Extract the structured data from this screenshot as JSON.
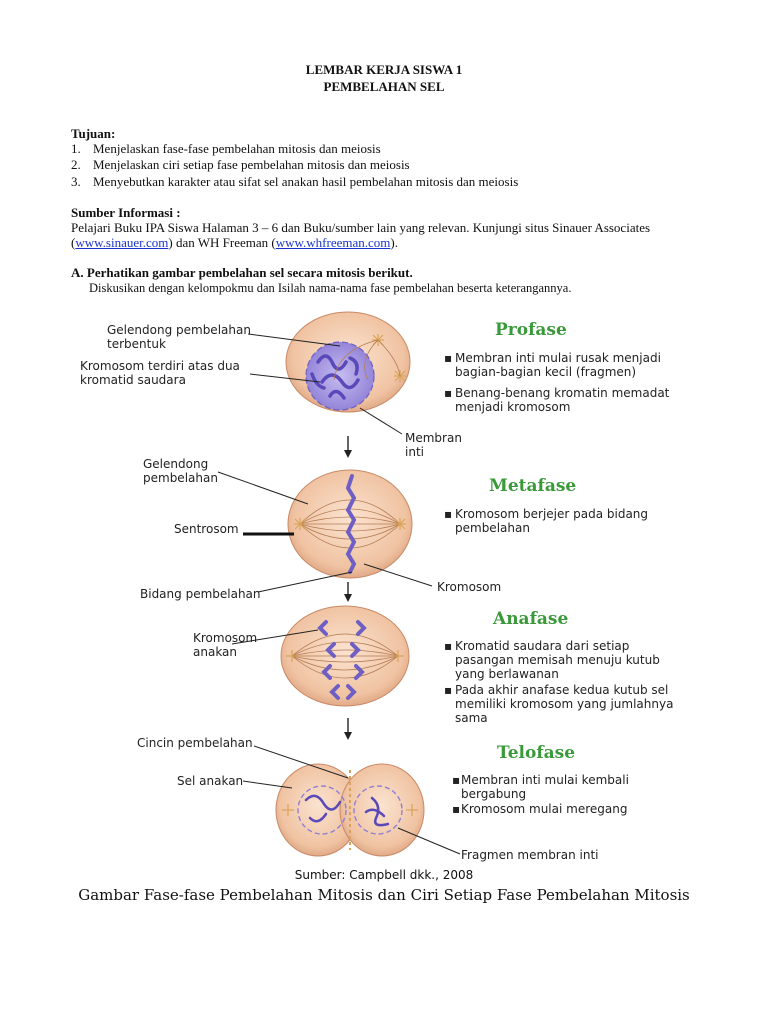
{
  "header": {
    "title1": "LEMBAR KERJA SISWA 1",
    "title2": "PEMBELAHAN SEL"
  },
  "tujuan": {
    "heading": "Tujuan:",
    "items": [
      {
        "num": "1.",
        "text": "Menjelaskan fase-fase pembelahan mitosis dan meiosis"
      },
      {
        "num": "2.",
        "text": "Menjelaskan ciri setiap fase pembelahan mitosis dan meiosis"
      },
      {
        "num": "3.",
        "text": "Menyebutkan karakter atau sifat sel anakan hasil pembelahan mitosis dan meiosis"
      }
    ]
  },
  "sumber": {
    "heading": "Sumber Informasi :",
    "line1": "Pelajari Buku IPA Siswa Halaman 3 – 6 dan Buku/sumber lain yang relevan. Kunjungi situs Sinauer Associates",
    "open1": "(",
    "link1": "www.sinauer.com",
    "mid": ") dan WH Freeman (",
    "link2": "www.whfreeman.com",
    "close": ")."
  },
  "section_a": {
    "heading": "A. Perhatikan gambar pembelahan sel secara mitosis berikut.",
    "instruction": "Diskusikan dengan kelompokmu dan Isilah nama-nama fase pembelahan beserta keterangannya."
  },
  "figure": {
    "labels": {
      "gelendong_terbentuk_1": "Gelendong pembelahan",
      "gelendong_terbentuk_2": "terbentuk",
      "kromosom_kromatid_1": "Kromosom terdiri atas dua",
      "kromosom_kromatid_2": "kromatid saudara",
      "membran_1": "Membran",
      "membran_2": "inti",
      "gelendong_1": "Gelendong",
      "gelendong_2": "pembelahan",
      "sentrosom": "Sentrosom",
      "bidang": "Bidang pembelahan",
      "kromosom": "Kromosom",
      "kromosom_anakan_1": "Kromosom",
      "kromosom_anakan_2": "anakan",
      "cincin": "Cincin pembelahan",
      "sel_anakan": "Sel anakan",
      "fragmen": "Fragmen membran inti"
    },
    "phases": {
      "profase": {
        "name": "Profase",
        "b1a": "Membran inti mulai rusak menjadi",
        "b1b": "bagian-bagian kecil (fragmen)",
        "b2a": "Benang-benang kromatin memadat",
        "b2b": "menjadi kromosom"
      },
      "metafase": {
        "name": "Metafase",
        "b1a": "Kromosom berjejer pada bidang",
        "b1b": "pembelahan"
      },
      "anafase": {
        "name": "Anafase",
        "b1a": "Kromatid saudara dari setiap",
        "b1b": "pasangan memisah menuju kutub",
        "b1c": "yang berlawanan",
        "b2a": "Pada akhir anafase kedua kutub sel",
        "b2b": "memiliki kromosom yang jumlahnya",
        "b2c": "sama"
      },
      "telofase": {
        "name": "Telofase",
        "b1a": "Membran inti mulai kembali",
        "b1b": "bergabung",
        "b2a": "Kromosom mulai meregang"
      }
    },
    "bullet": "▪",
    "source": "Sumber: Campbell dkk., 2008",
    "caption": "Gambar Fase-fase Pembelahan Mitosis dan Ciri Setiap Fase Pembelahan Mitosis"
  },
  "colors": {
    "phase_green": "#3a9a3a",
    "link_blue": "#1a33cc",
    "cell_fill": "#f2c8a8",
    "chromosome": "#6f5fc4",
    "nucleus": "#a89be0"
  }
}
